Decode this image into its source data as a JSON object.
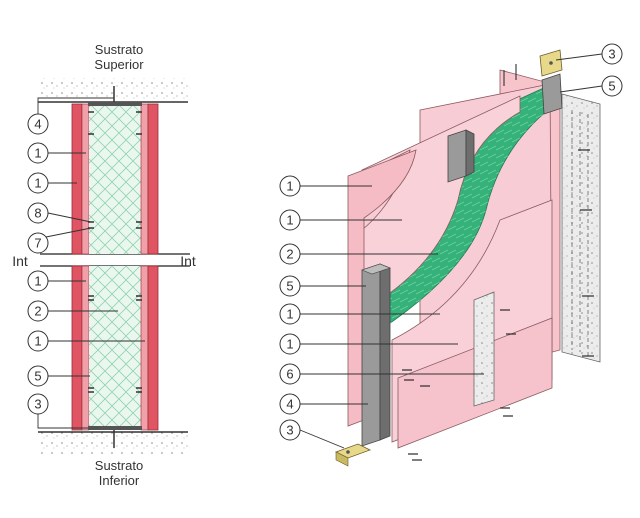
{
  "section": {
    "top_label_line1": "Sustrato",
    "top_label_line2": "Superior",
    "bottom_label_line1": "Sustrato",
    "bottom_label_line2": "Inferior",
    "int_left": "Int",
    "int_right": "Int",
    "callouts": [
      "4",
      "1",
      "1",
      "8",
      "7",
      "1",
      "2",
      "1",
      "5",
      "3"
    ]
  },
  "iso": {
    "callouts_left": [
      "1",
      "1",
      "2",
      "5",
      "1",
      "1",
      "6",
      "4",
      "3"
    ],
    "callouts_right": [
      "3",
      "5"
    ]
  },
  "colors": {
    "board": "#f8ccd4",
    "board_red": "#e05563",
    "insulation": "#35b27a",
    "insulation_light": "#dff3e8",
    "steel": "#8c8c8c",
    "bracket": "#e8d98a",
    "concrete": "#e8e8e8"
  }
}
